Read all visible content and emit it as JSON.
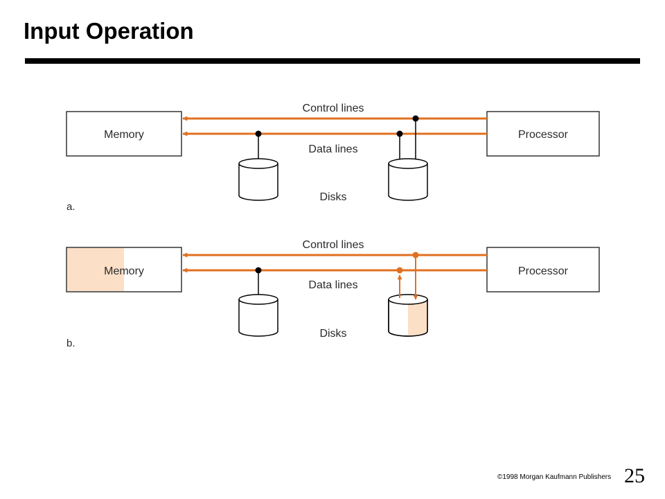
{
  "slide": {
    "title": "Input Operation"
  },
  "diagram": {
    "bus_color": "#e07020",
    "highlight_color": "#fbdfc6",
    "labels": {
      "control_lines": "Control lines",
      "data_lines": "Data lines",
      "memory": "Memory",
      "processor": "Processor",
      "disks": "Disks"
    },
    "parts": [
      {
        "label": "a."
      },
      {
        "label": "b."
      }
    ]
  },
  "footer": {
    "copyright": "©1998  Morgan Kaufmann Publishers",
    "page_number": "25"
  }
}
